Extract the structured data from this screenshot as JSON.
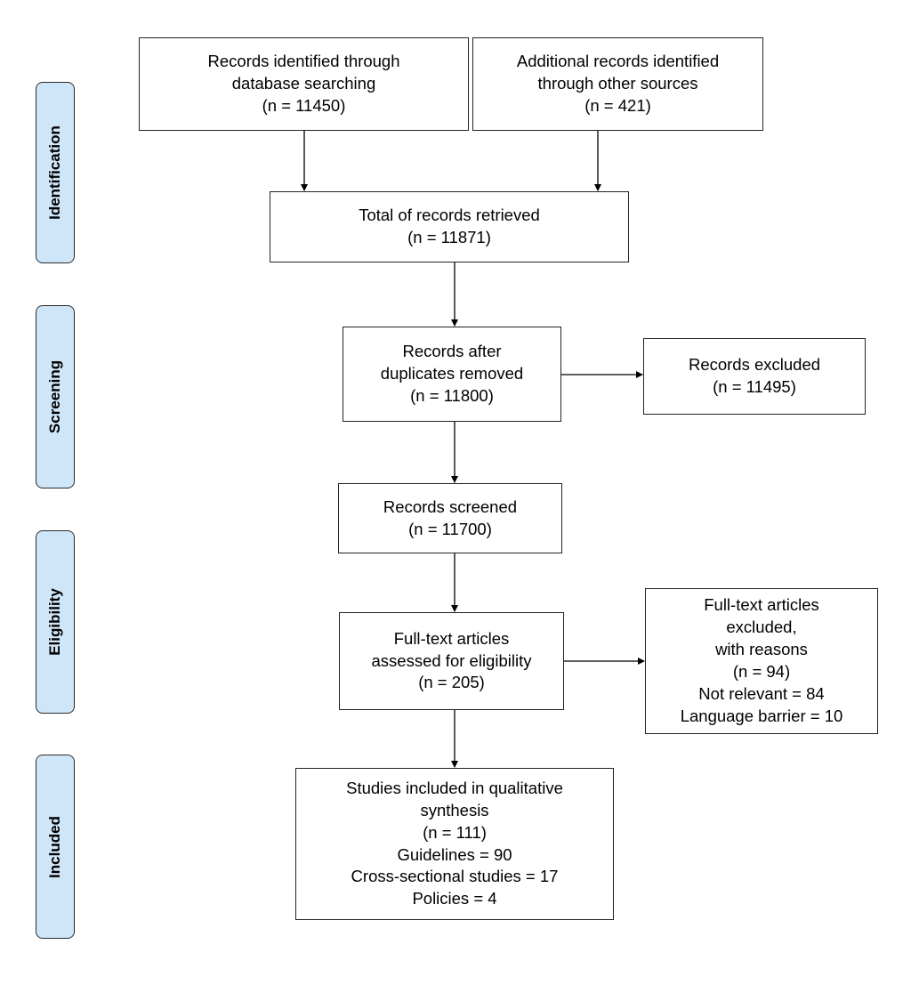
{
  "phases": {
    "identification": "Identification",
    "screening": "Screening",
    "eligibility": "Eligibility",
    "included": "Included"
  },
  "boxes": {
    "database_search": [
      "Records identified through",
      "database searching",
      "(n = 11450)"
    ],
    "other_sources": [
      "Additional records identified",
      "through other sources",
      "(n = 421)"
    ],
    "total_retrieved": [
      "Total of records retrieved",
      "(n = 11871)"
    ],
    "after_duplicates": [
      "Records after",
      "duplicates removed",
      "(n = 11800)"
    ],
    "records_excluded": [
      "Records excluded",
      "(n = 11495)"
    ],
    "records_screened": [
      "Records screened",
      "(n = 11700)"
    ],
    "fulltext_assessed": [
      "Full-text articles",
      "assessed for eligibility",
      "(n = 205)"
    ],
    "fulltext_excluded": [
      "Full-text articles",
      "excluded,",
      "with reasons",
      "(n = 94)",
      "Not relevant = 84",
      "Language barrier = 10"
    ],
    "studies_included": [
      "Studies included in qualitative",
      "synthesis",
      "(n = 111)",
      "Guidelines = 90",
      "Cross-sectional studies = 17",
      "Policies = 4"
    ]
  }
}
